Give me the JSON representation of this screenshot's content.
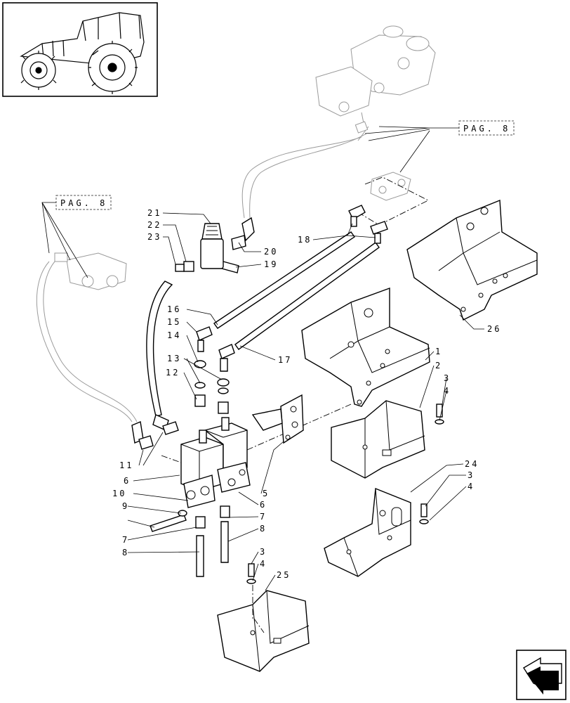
{
  "references": {
    "top_right": "PAG. 8",
    "left": "PAG. 8"
  },
  "callouts": {
    "c1": "1",
    "c2": "2",
    "c3a": "3",
    "c4a": "4",
    "c24": "24",
    "c3b": "3",
    "c4b": "4",
    "c3c": "3",
    "c4c": "4",
    "c25": "25",
    "c5": "5",
    "c6a": "6",
    "c7a": "7",
    "c8a": "8",
    "c6b": "6",
    "c7b": "7",
    "c8b": "8",
    "c9": "9",
    "c10": "10",
    "c11": "11",
    "c12": "12",
    "c13": "13",
    "c14": "14",
    "c15": "15",
    "c16": "16",
    "c17": "17",
    "c18": "18",
    "c19": "19",
    "c20": "20",
    "c21": "21",
    "c22": "22",
    "c23": "23",
    "c26": "26"
  },
  "icons": {
    "thumbnail": "tractor-icon",
    "navigation": "arrow-left-icon"
  }
}
